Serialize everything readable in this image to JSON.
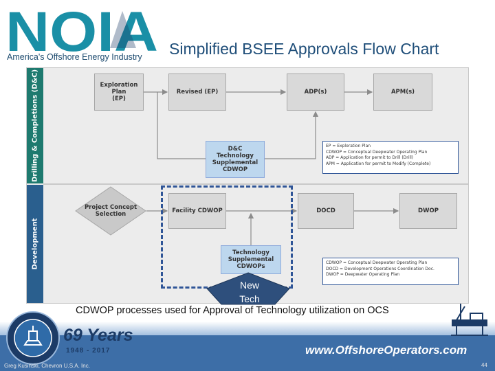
{
  "header": {
    "logo_letters": "NOIA",
    "logo_tagline": "America's Offshore Energy Industry",
    "slide_title": "Simplified BSEE Approvals Flow Chart"
  },
  "colors": {
    "lane_drilling": "#1e7a6f",
    "lane_development": "#2a5f8e",
    "box_grey": "#d9d9d9",
    "box_blue": "#bdd7ee",
    "accent_navy": "#2f5597",
    "footer_band": "#3d6ea7"
  },
  "diagram": {
    "lanes": [
      {
        "label": "Drilling & Completions (D&C)"
      },
      {
        "label": "Development"
      }
    ],
    "nodes": {
      "exploration_plan": "Exploration\nPlan\n(EP)",
      "revised_ep": "Revised (EP)",
      "adp": "ADP(s)",
      "apm": "APM(s)",
      "dc_cdwop": "D&C\nTechnology\nSupplemental\nCDWOP",
      "project_concept": "Project Concept\nSelection",
      "facility_cdwop": "Facility CDWOP",
      "docd": "DOCD",
      "dwop": "DWOP",
      "tech_cdwops": "Technology\nSupplemental\nCDWOPs"
    },
    "legend_dc": [
      "EP = Exploration Plan",
      "CDWOP = Conceptual Deepwater Operating Plan",
      "ADP = Application for permit to Drill (Drill)",
      "APM = Application for permit to Modify (Complete)"
    ],
    "legend_dev": [
      "CDWOP = Conceptual Deepwater Operating Plan",
      "DOCD = Development Operations Coordination Doc.",
      "DWOP = Deepwater Operating Plan"
    ]
  },
  "callout": {
    "line1": "New",
    "line2": "Tech"
  },
  "caption": "CDWOP processes used for Approval of Technology utilization on OCS",
  "footer": {
    "years": "69 Years",
    "years_range": "1948 - 2017",
    "website": "www.OffshoreOperators.com",
    "presenter": "Greg Kusinski, Chevron U.S.A. Inc.",
    "slide_number": "44"
  }
}
